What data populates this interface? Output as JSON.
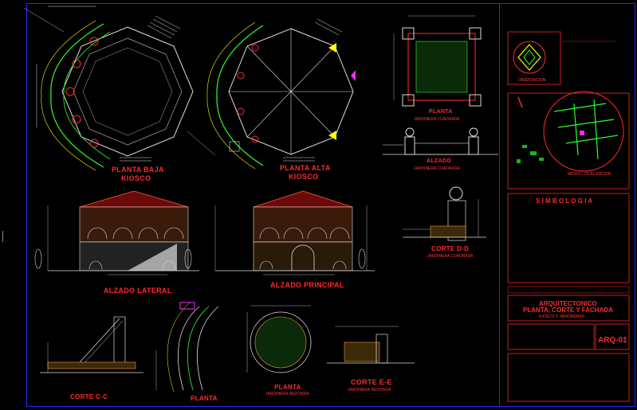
{
  "drawing": {
    "labels": {
      "planta_baja": "PLANTA BAJA",
      "planta_baja_sub": "KIOSCO",
      "planta_alta": "PLANTA ALTA",
      "planta_alta_sub": "KIOSCO",
      "planta_jardinera": "PLANTA",
      "planta_jardinera_sub": "JARDINERA CUADRADA",
      "alzado_jardinera": "ALZADO",
      "alzado_jardinera_sub": "JARDINERA CUADRADA",
      "alzado_lateral": "ALZADO LATERAL",
      "alzado_principal": "ALZADO PRINCIPAL",
      "corte_dd": "CORTE D-D",
      "corte_dd_sub": "JARDINERA CUADRADA",
      "corte_cc": "CORTE C-C",
      "planta_escalera": "PLANTA",
      "planta_redonda": "PLANTA",
      "planta_redonda_sub": "JARDINERA REDONDA",
      "corte_ee": "CORTE E-E",
      "corte_ee_sub": "JARDINERA REDONDA"
    }
  },
  "title_block": {
    "orientacion": "ORIENTACION",
    "micro_localizacion": "MICRO LOCALIZACION",
    "simbologia": "S I M B O L O G I A",
    "project_title_1": "ARQUITECTONICO",
    "project_title_2": "PLANTA, CORTE Y FACHADA",
    "project_subtitle": "KIOSCO Y JARDINERAS",
    "clave": "ARQ-01"
  },
  "colors": {
    "frame": "#2a2aff",
    "label": "#ff2a2a",
    "green": "#2aff2a",
    "yellow": "#ffff00",
    "magenta": "#ff2aff",
    "white": "#ffffff"
  }
}
